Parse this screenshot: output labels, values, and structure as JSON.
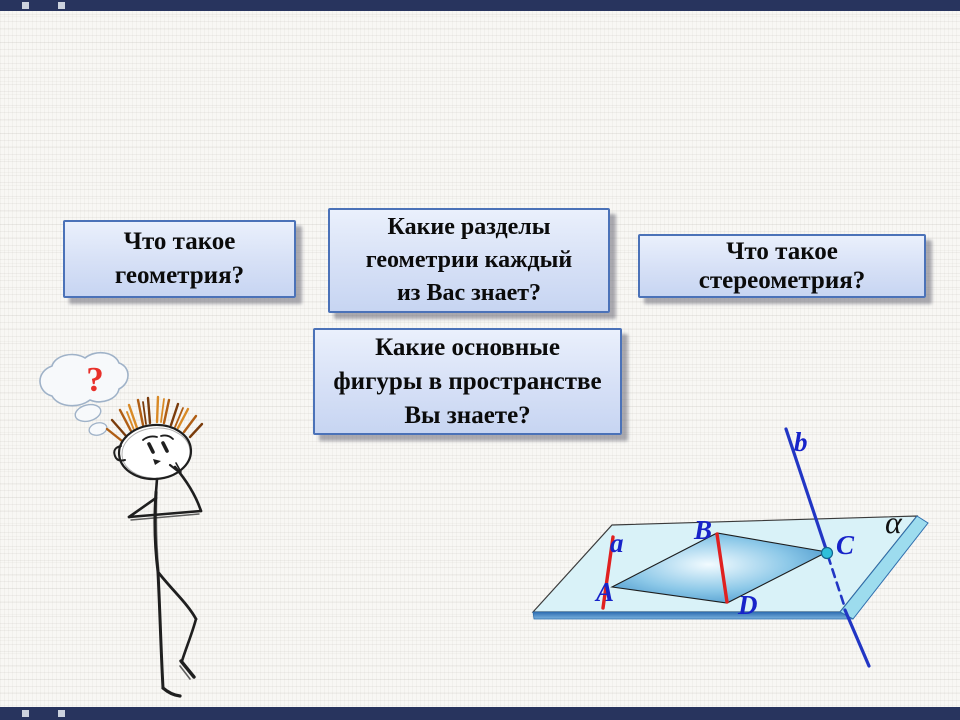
{
  "questions": {
    "q1": "Что такое\nгеометрия?",
    "q2": "Какие разделы\nгеометрии каждый\nиз Вас знает?",
    "q3": "Что такое\nстереометрия?",
    "q4": "Какие основные\nфигуры в пространстве\nВы знаете?"
  },
  "thinking_character": {
    "thought_symbol": "?"
  },
  "diagram": {
    "line_a_label": "a",
    "line_b_label": "b",
    "point_a_label": "A",
    "point_b_label": "B",
    "point_c_label": "C",
    "point_d_label": "D",
    "plane_label": "α"
  },
  "colors": {
    "bar": "#28345e",
    "bar-square": "#ccd2de",
    "box-border": "#4b72b8",
    "box-fill-top": "#eaf0fc",
    "box-fill-mid": "#d6e0f6",
    "box-fill-bottom": "#c7d5f2",
    "box-text": "#0b0b0b",
    "plane-fill": "#d9f2f8",
    "plane-stroke": "#3a3a3a",
    "band-fill": "#9ddcee",
    "band-stroke": "#2f6fae",
    "bottom-band-dark": "#2f6db2",
    "bottom-band-light": "#7ab2dd",
    "quad-center": "#f2fbff",
    "quad-mid": "#8cc8e8",
    "quad-edge": "#3e8ec6",
    "red-segment": "#e02020",
    "line-b": "#2236c4",
    "label-blue": "#1723c9",
    "alpha-black": "#111111",
    "dot-fill": "#2fc0da",
    "dot-stroke": "#14648e",
    "sketch": "#1f1f1f",
    "hair-dark": "#7a3c0c",
    "hair-mid": "#b05e14",
    "hair-light": "#d98a26",
    "cloud-stroke": "#9fb2c8",
    "question-red": "#e8302a"
  }
}
